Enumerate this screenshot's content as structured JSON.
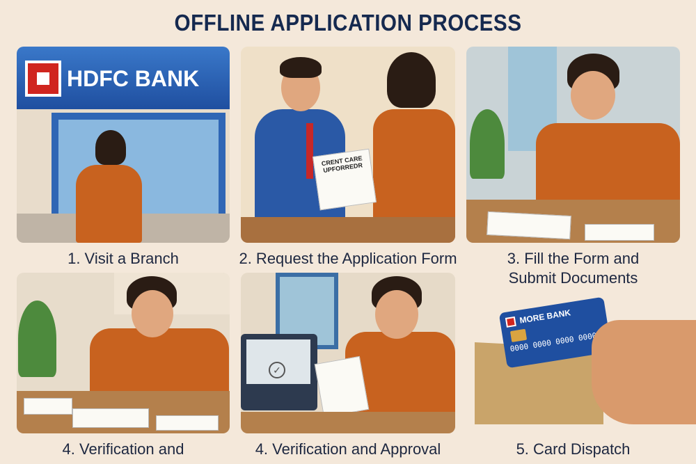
{
  "title": "OFFLINE APPLICATION PROCESS",
  "steps": [
    {
      "caption": "1. Visit a Branch",
      "sign_text": "HDFC BANK"
    },
    {
      "caption": "2. Request the Application Form",
      "form_text": "CRENT CARE UPFORREDR"
    },
    {
      "caption_line1": "3. Fill the Form and",
      "caption_line2": "Submit Documents"
    },
    {
      "caption": "4. Verification and"
    },
    {
      "caption": "4. Verification and Approval"
    },
    {
      "caption": "5. Card Dispatch",
      "card_bank": "MORE BANK",
      "card_number": "0000 0000 0000 0000"
    }
  ],
  "colors": {
    "title": "#15294f",
    "background": "#f4e8da",
    "shirt": "#c8621f",
    "bank_blue": "#1f4fa0",
    "brand_red": "#d0251f"
  }
}
